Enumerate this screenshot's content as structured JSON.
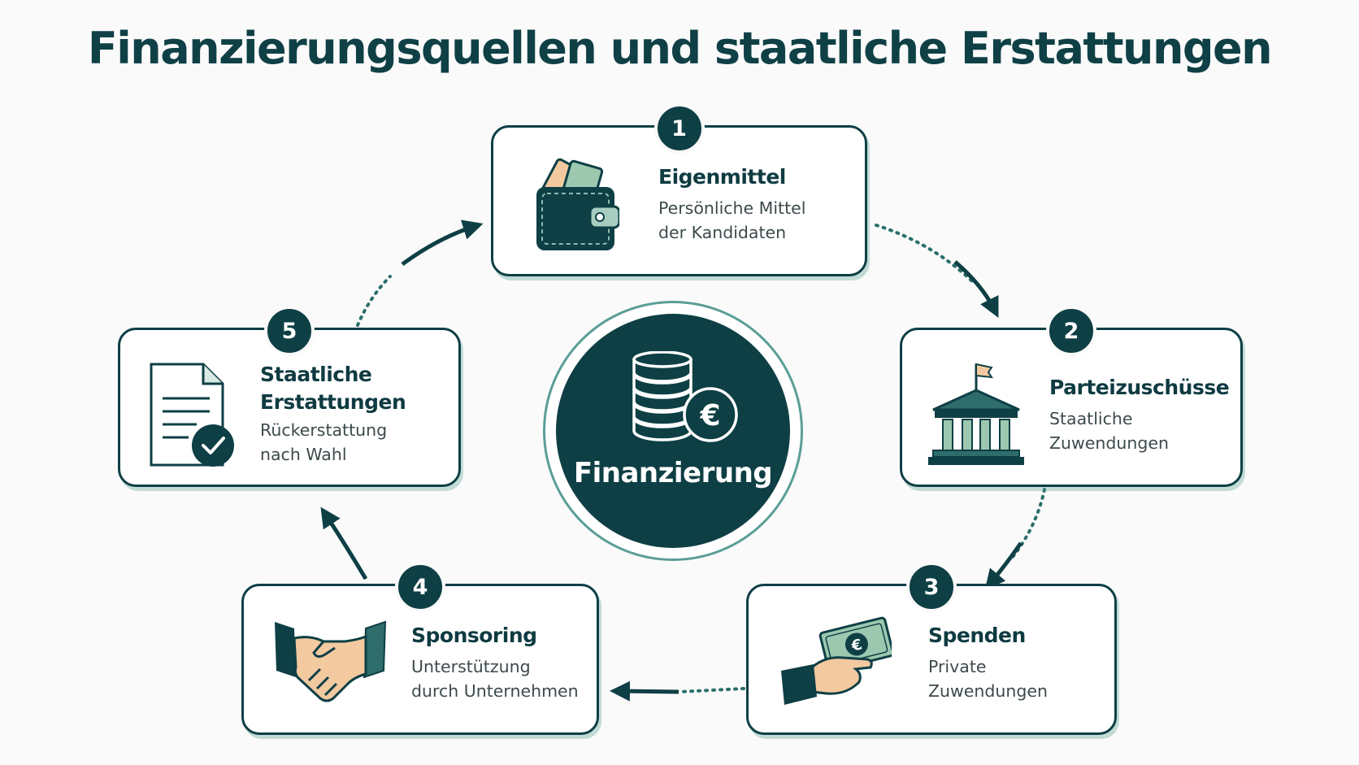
{
  "title": "Finanzierungsquellen und staatliche Erstattungen",
  "center": {
    "label": "Finanzierung",
    "icon": "coins-euro-icon"
  },
  "colors": {
    "primary": "#0e3f45",
    "accent": "#5a9e97",
    "light_green": "#8fc0b0",
    "skin": "#f3c9a0"
  },
  "steps": [
    {
      "number": "1",
      "title": "Eigenmittel",
      "desc_line1": "Persönliche Mittel",
      "desc_line2": "der Kandidaten",
      "icon": "wallet-icon"
    },
    {
      "number": "2",
      "title": "Parteizuschüsse",
      "desc_line1": "Staatliche",
      "desc_line2": "Zuwendungen",
      "icon": "government-building-icon"
    },
    {
      "number": "3",
      "title": "Spenden",
      "desc_line1": "Private",
      "desc_line2": "Zuwendungen",
      "icon": "hand-money-icon"
    },
    {
      "number": "4",
      "title": "Sponsoring",
      "desc_line1": "Unterstützung",
      "desc_line2": "durch Unternehmen",
      "icon": "handshake-icon"
    },
    {
      "number": "5",
      "title_line1": "Staatliche",
      "title_line2": "Erstattungen",
      "desc_line1": "Rückerstattung",
      "desc_line2": "nach Wahl",
      "icon": "document-check-icon"
    }
  ]
}
